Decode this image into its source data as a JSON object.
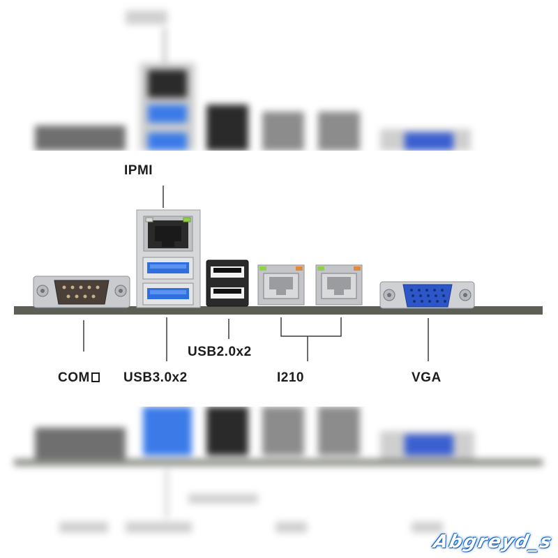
{
  "labels": {
    "ipmi": "IPMI",
    "com": "COM",
    "usb3": "USB3.0x2",
    "usb2": "USB2.0x2",
    "i210": "I210",
    "vga": "VGA"
  },
  "watermark": "Abgreyd_s",
  "colors": {
    "board": "#5b5f55",
    "metal": "#c9cbcf",
    "usb3_blue": "#2f6fe0",
    "vga_blue": "#2d56c9",
    "led_green": "#8fd24a",
    "led_orange": "#e08a3a",
    "text": "#1c1c1c"
  }
}
